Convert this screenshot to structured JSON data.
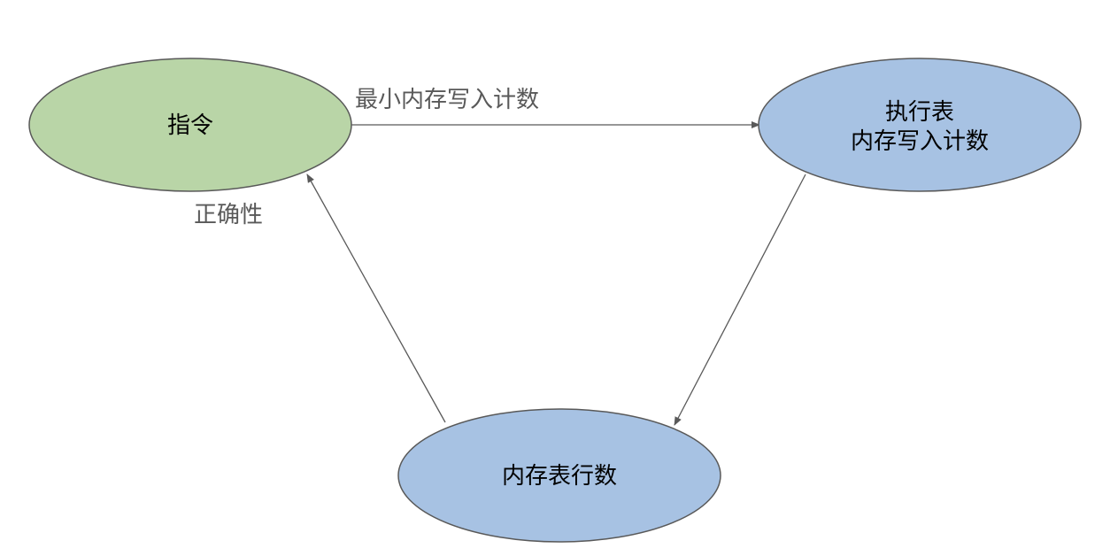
{
  "colors": {
    "instruction_fill": "#b9d5a7",
    "table_fill": "#a7c2e3",
    "stroke": "#595959",
    "label_text": "#595959",
    "node_text": "#000000"
  },
  "nodes": {
    "instruction": {
      "label": "指令"
    },
    "exec_table": {
      "line1": "执行表",
      "line2": "内存写入计数"
    },
    "mem_table_rows": {
      "label": "内存表行数"
    }
  },
  "edges": {
    "min_write_count": {
      "label": "最小内存写入计数"
    },
    "correctness": {
      "label": "正确性"
    }
  }
}
